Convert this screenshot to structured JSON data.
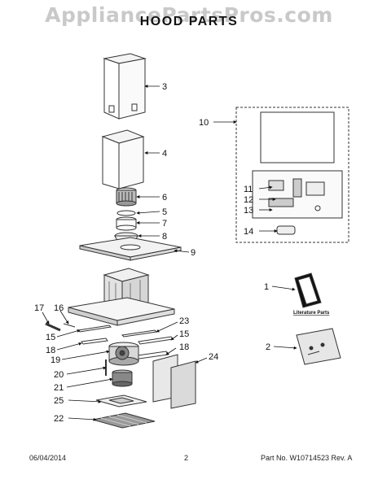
{
  "watermark": "AppliancePartsPros.com",
  "title": "HOOD PARTS",
  "callouts": [
    "1",
    "2",
    "3",
    "4",
    "5",
    "6",
    "7",
    "8",
    "9",
    "10",
    "11",
    "12",
    "13",
    "14",
    "15",
    "15",
    "16",
    "17",
    "18",
    "18",
    "19",
    "20",
    "21",
    "22",
    "23",
    "24",
    "25"
  ],
  "literature_label": "Literature Parts",
  "footer": {
    "date": "06/04/2014",
    "page": "2",
    "part": "Part No. W10714523  Rev. A"
  }
}
